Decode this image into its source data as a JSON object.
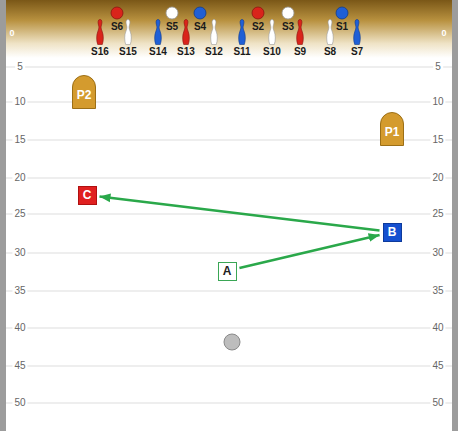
{
  "diagram": {
    "nodes": [
      {
        "text": [
          "P2"
        ]
      },
      {
        "text": [
          "P1"
        ]
      },
      {
        "text": [
          "C"
        ]
      },
      {
        "text": [
          "B"
        ]
      },
      {
        "text": [
          "A"
        ]
      }
    ],
    "edges": [
      {
        "from": 4,
        "to": 3,
        "arrow": "to"
      },
      {
        "from": 3,
        "to": 2,
        "arrow": "to"
      }
    ],
    "labels": [
      "0",
      "0",
      "S6",
      "S5",
      "S4",
      "S2",
      "S3",
      "S1",
      "S16",
      "S15",
      "S14",
      "S13",
      "S12",
      "S11",
      "S10",
      "S9",
      "S8",
      "S7",
      "5",
      "5",
      "10",
      "10",
      "15",
      "15",
      "20",
      "20",
      "25",
      "25",
      "30",
      "30",
      "35",
      "35",
      "40",
      "40",
      "45",
      "45",
      "50",
      "50"
    ]
  }
}
